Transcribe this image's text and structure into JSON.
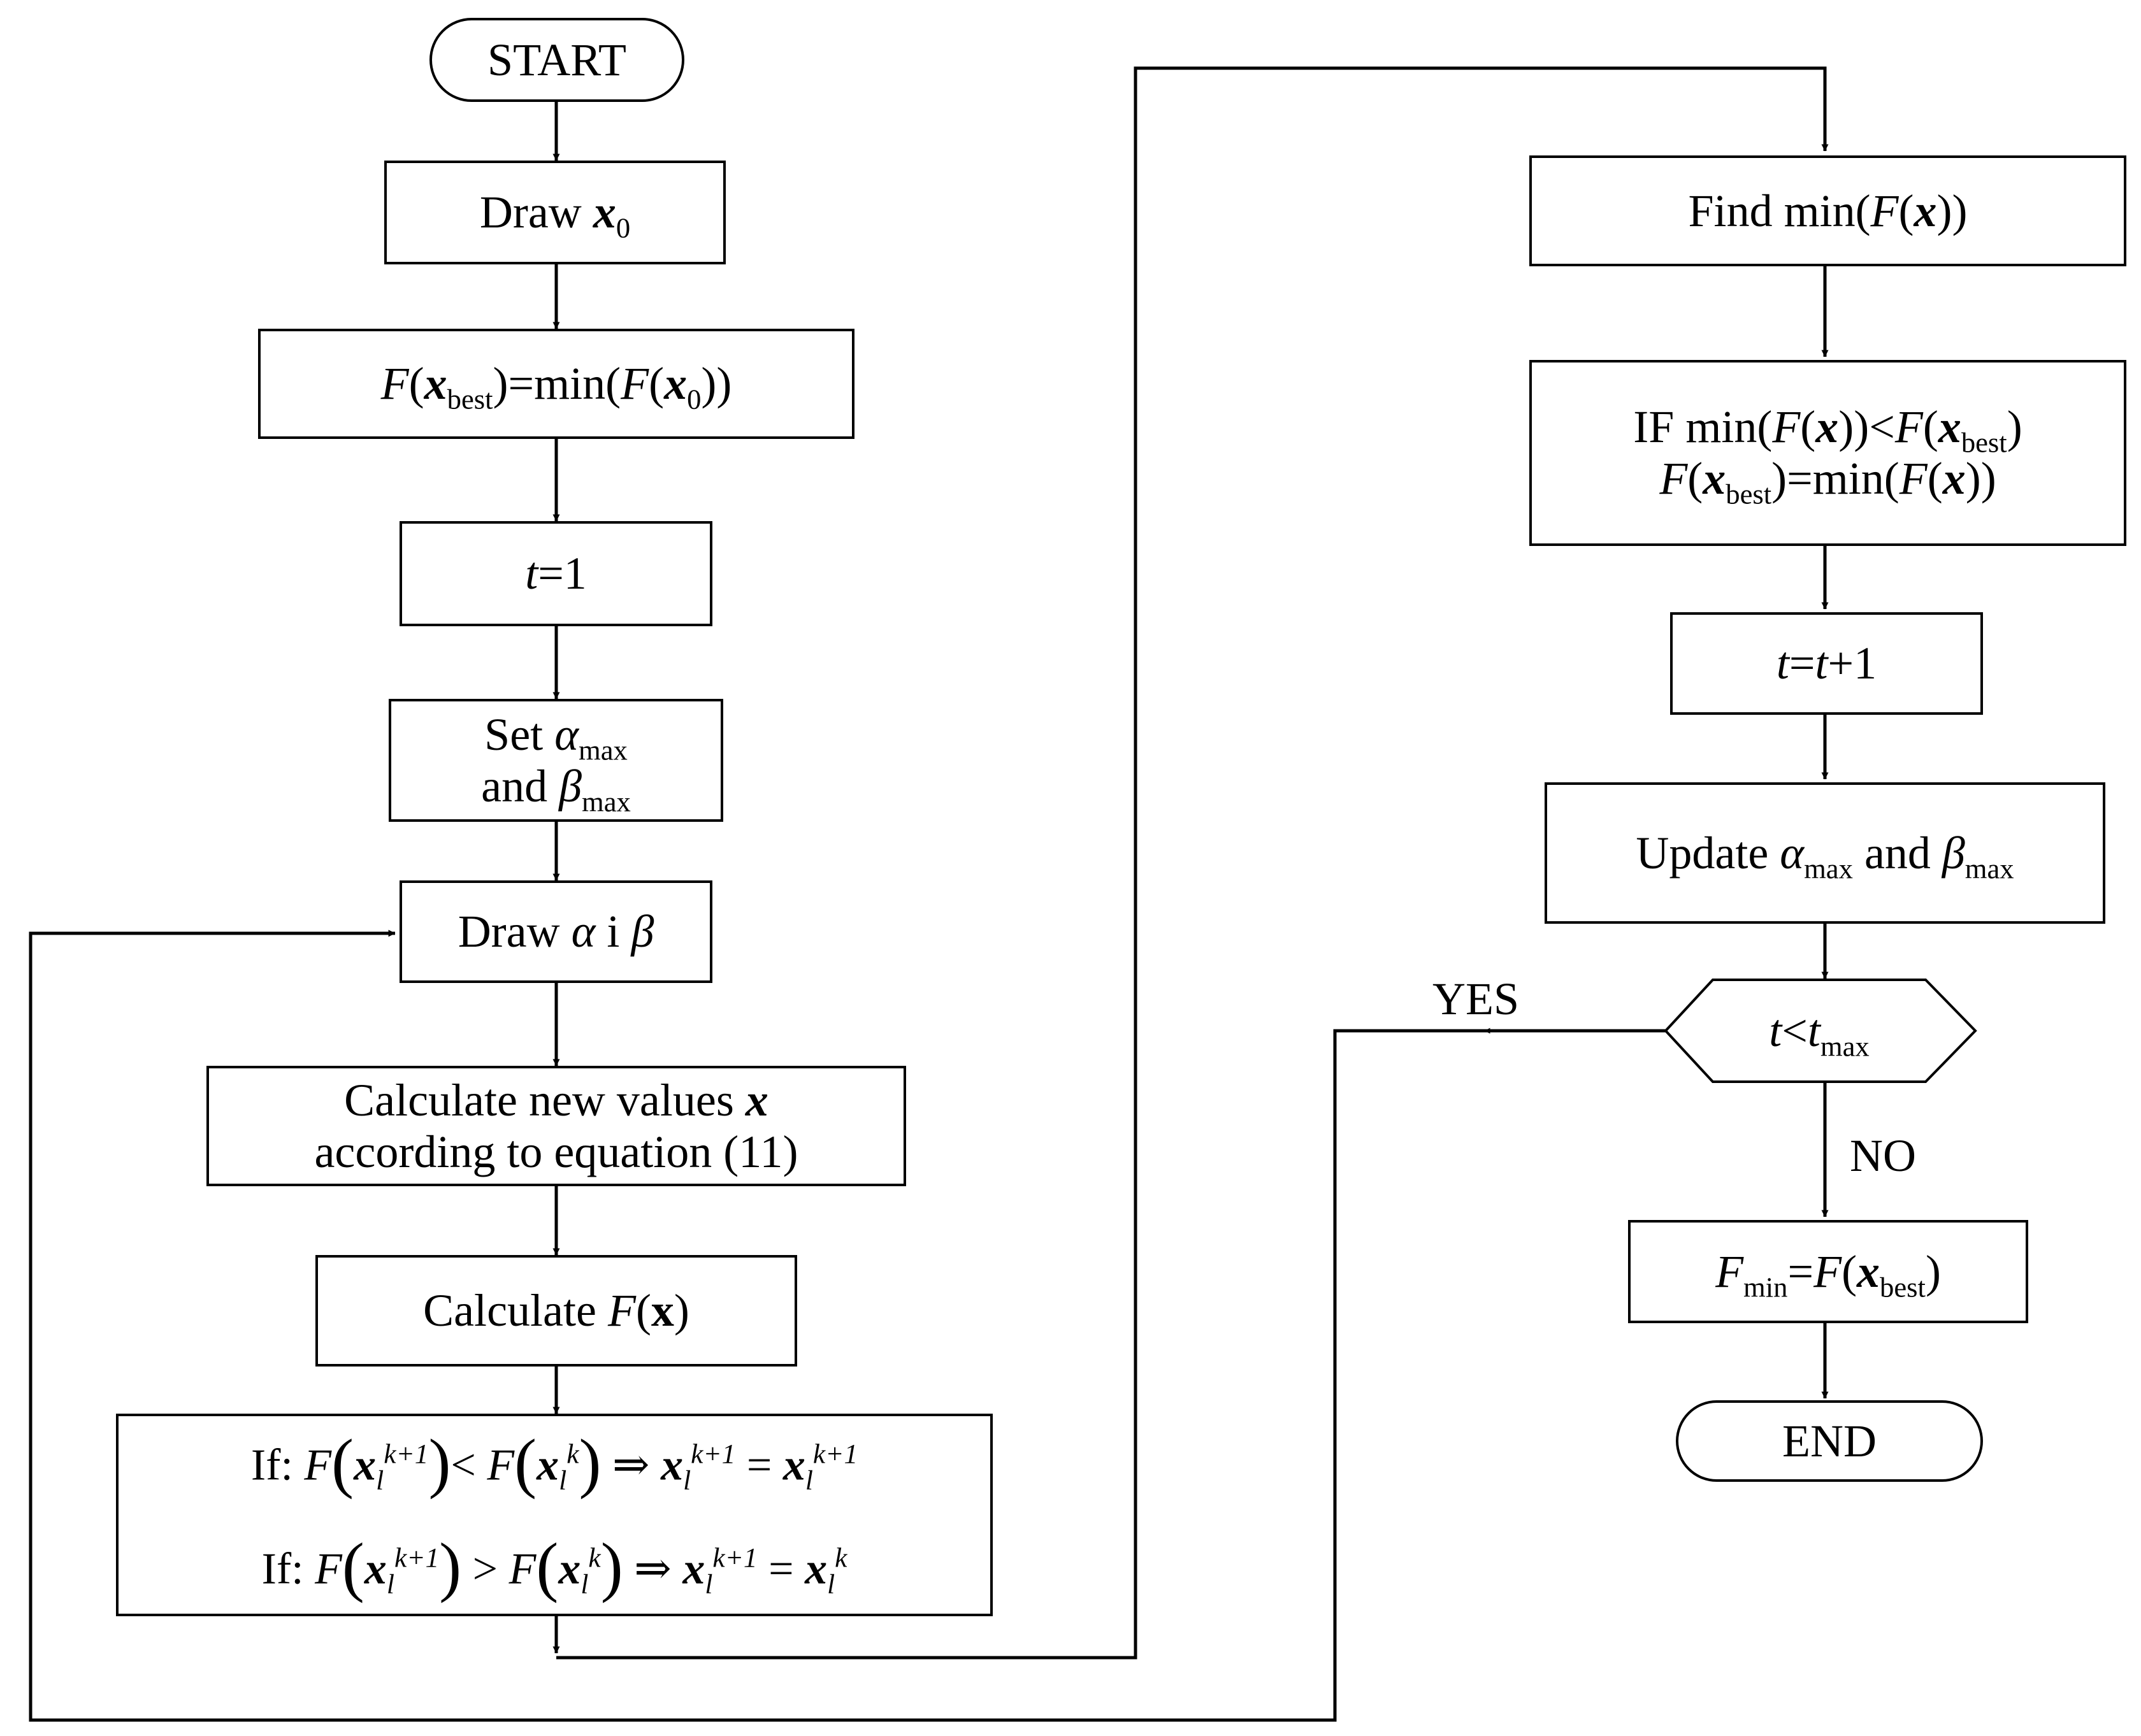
{
  "flowchart": {
    "start": "START",
    "draw_x0": {
      "text": "Draw",
      "var": "x",
      "sub": "0"
    },
    "init_best": {
      "F": "F",
      "x": "x",
      "best": "best",
      "eq": "=min(",
      "F2": "F",
      "x2": "x",
      "sub0": "0",
      "close": "))"
    },
    "t_init": {
      "t": "t",
      "rest": "=1"
    },
    "set_params": {
      "line1": {
        "text": "Set",
        "alpha": "α",
        "sub": "max"
      },
      "line2": {
        "text": "and",
        "beta": "β",
        "sub": "max"
      }
    },
    "draw_ab": {
      "text": "Draw",
      "alpha": "α",
      "mid": "i",
      "beta": "β"
    },
    "calc_new": {
      "line1": "Calculate new values",
      "var": "x",
      "line2": "according to equation (11)"
    },
    "calc_f": {
      "text": "Calculate",
      "F": "F",
      "x": "x"
    },
    "rule1": {
      "prefix": "If:",
      "F": "F",
      "x": "x",
      "l": "l",
      "k": "k",
      "kp1": "k+1",
      "lt": "<",
      "arrow": "⇒",
      "eq": "="
    },
    "rule2": {
      "prefix": "If:",
      "F": "F",
      "x": "x",
      "l": "l",
      "k": "k",
      "kp1": "k+1",
      "gt": ">",
      "arrow": "⇒",
      "eq": "="
    },
    "find_min": {
      "text": "Find min(",
      "F": "F",
      "x": "x",
      "close": "))"
    },
    "update_best": {
      "line1": {
        "text": "IF min(",
        "F": "F",
        "x": "x",
        "mid": "))<",
        "F2": "F",
        "x2": "x",
        "best": "best",
        "close": ")"
      },
      "line2": {
        "F": "F",
        "x": "x",
        "best": "best",
        "eq": ")=min(",
        "F2": "F",
        "x2": "x",
        "close": "))"
      }
    },
    "t_incr": {
      "t": "t",
      "eq": "=",
      "t2": "t",
      "rest": "+1"
    },
    "update_params": {
      "text": "Update",
      "alpha": "α",
      "sub": "max",
      "and": "and",
      "beta": "β",
      "sub2": "max"
    },
    "decision": {
      "t": "t",
      "lt": "<",
      "t2": "t",
      "sub": "max"
    },
    "yes_label": "YES",
    "no_label": "NO",
    "result": {
      "F": "F",
      "min": "min",
      "eq": "=",
      "F2": "F",
      "x": "x",
      "best": "best",
      "close": ")"
    },
    "end": "END"
  },
  "colors": {
    "line": "#000000",
    "background": "#ffffff"
  }
}
